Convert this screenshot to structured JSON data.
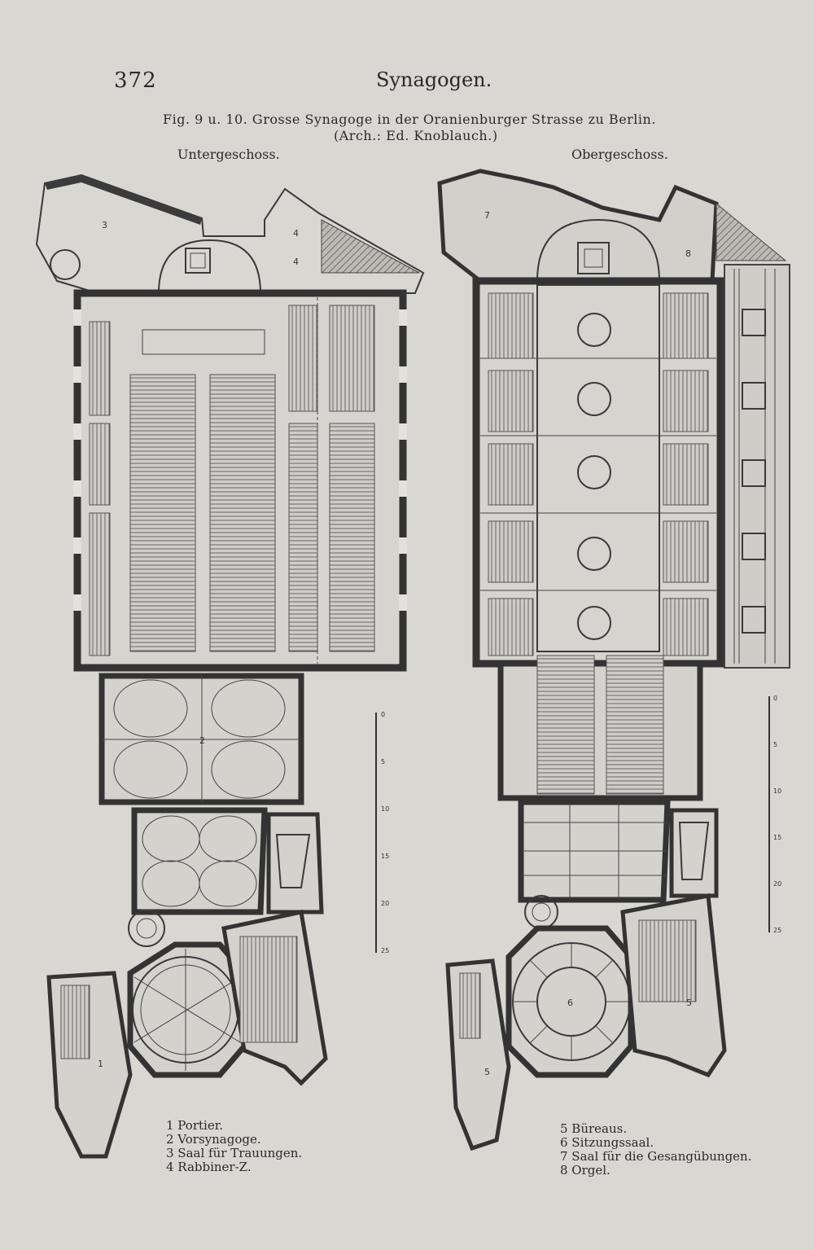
{
  "header": {
    "page_number": "372",
    "running_title": "Synagogen."
  },
  "figure": {
    "caption": "Fig. 9 u. 10. Grosse Synagoge in der Oranienburger Strasse zu Berlin.",
    "credit": "(Arch.: Ed. Knoblauch.)",
    "left_plan_label": "Untergeschoss.",
    "right_plan_label": "Obergeschoss."
  },
  "plan_room_numbers": {
    "left": [
      "1",
      "2",
      "3",
      "4",
      "4"
    ],
    "right": [
      "5",
      "5",
      "6",
      "7",
      "8"
    ]
  },
  "scale_ticks": {
    "left": [
      "0",
      "5",
      "10",
      "15",
      "20",
      "25"
    ],
    "right": [
      "0",
      "5",
      "10",
      "15",
      "20",
      "25"
    ]
  },
  "legend": {
    "left": [
      "1 Portier.",
      "2 Vorsynagoge.",
      "3 Saal für Trauungen.",
      "4 Rabbiner-Z."
    ],
    "right": [
      "5 Büreaus.",
      "6 Sitzungssaal.",
      "7 Saal für die Gesangübungen.",
      "8 Orgel."
    ]
  }
}
